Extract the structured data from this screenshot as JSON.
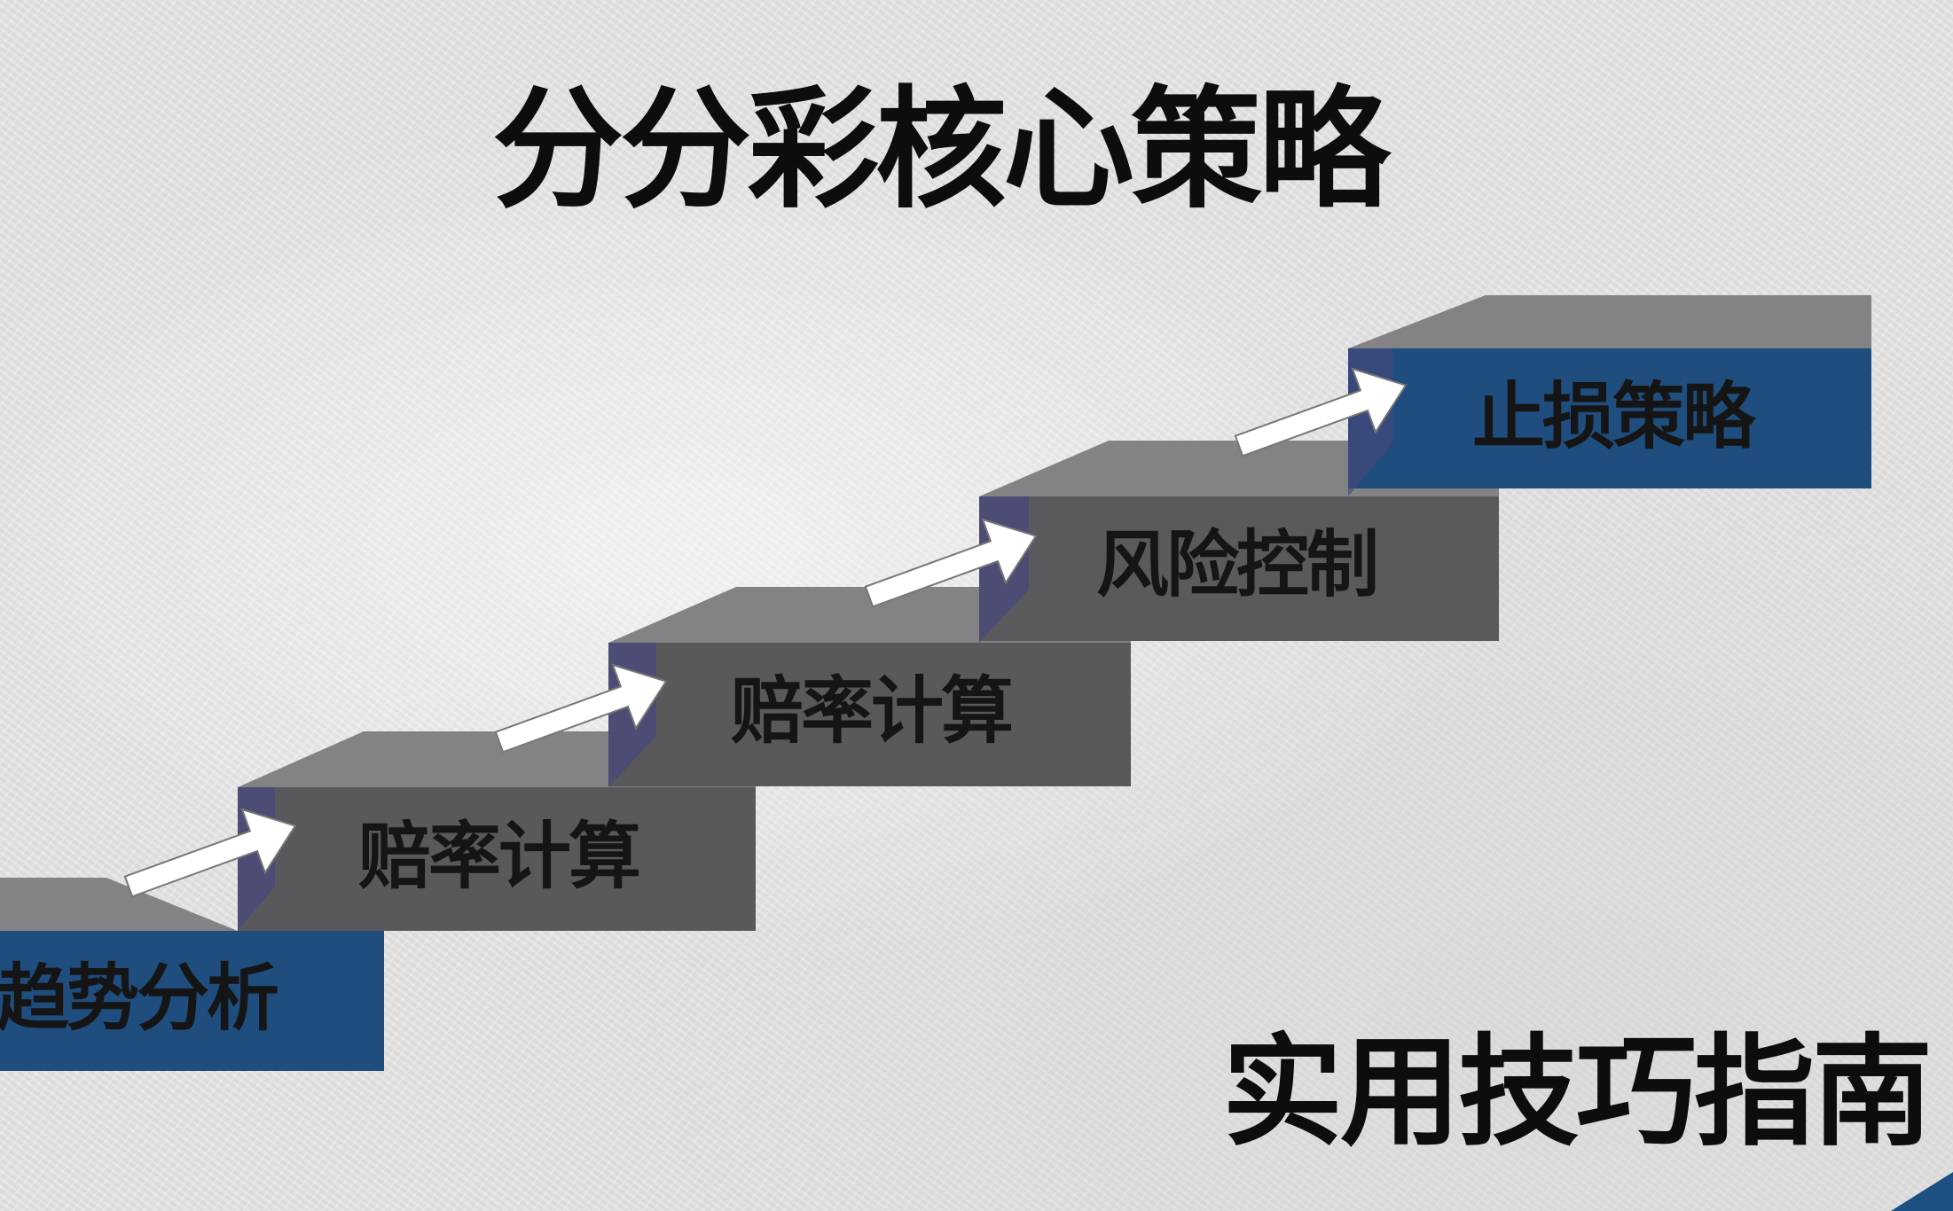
{
  "title": "分分彩核心策略",
  "subtitle": "实用技巧指南",
  "steps": [
    {
      "label": "趋势分析",
      "color": "#1f4d7e"
    },
    {
      "label": "赔率计算",
      "color": "#59595c"
    },
    {
      "label": "赔率计算",
      "color": "#59595c"
    },
    {
      "label": "风险控制",
      "color": "#5a5a5d"
    },
    {
      "label": "止损策略",
      "color": "#1f4d7e"
    }
  ],
  "colors": {
    "step_top": "#838386",
    "step_shadow": "#4b4a78",
    "arrow": "#ffffff",
    "text": "#151515"
  }
}
